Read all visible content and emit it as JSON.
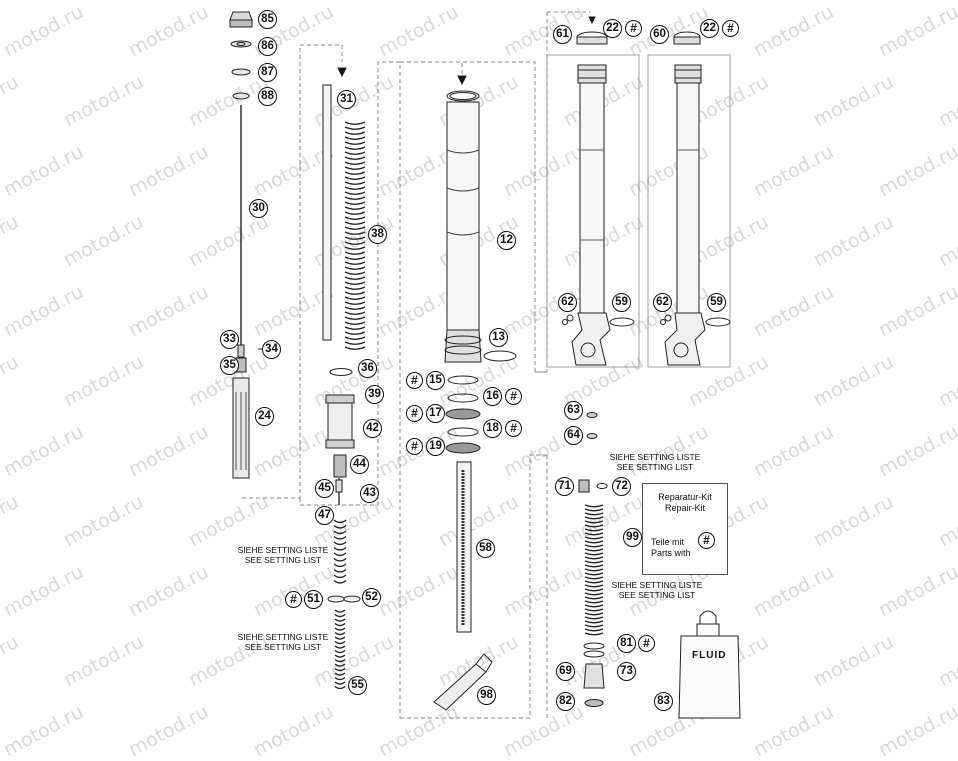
{
  "watermark": "motod.ru",
  "parts": [
    "85",
    "86",
    "87",
    "88",
    "30",
    "31",
    "38",
    "33",
    "34",
    "35",
    "24",
    "36",
    "39",
    "42",
    "44",
    "45",
    "43",
    "47",
    "51",
    "52",
    "55",
    "12",
    "13",
    "15",
    "16",
    "17",
    "18",
    "19",
    "58",
    "98",
    "61",
    "22",
    "60",
    "62",
    "59",
    "63",
    "64",
    "71",
    "72",
    "99",
    "81",
    "69",
    "73",
    "82",
    "83"
  ],
  "hash_symbol": "#",
  "notes": {
    "setting_de": "SIEHE SETTING LISTE",
    "setting_en": "SEE SETTING LIST"
  },
  "repair_kit": {
    "title_de": "Reparatur-Kit",
    "title_en": "Repair-Kit",
    "parts_de": "Teile mit",
    "parts_en": "Parts with"
  },
  "fluid_label": "FLUID"
}
